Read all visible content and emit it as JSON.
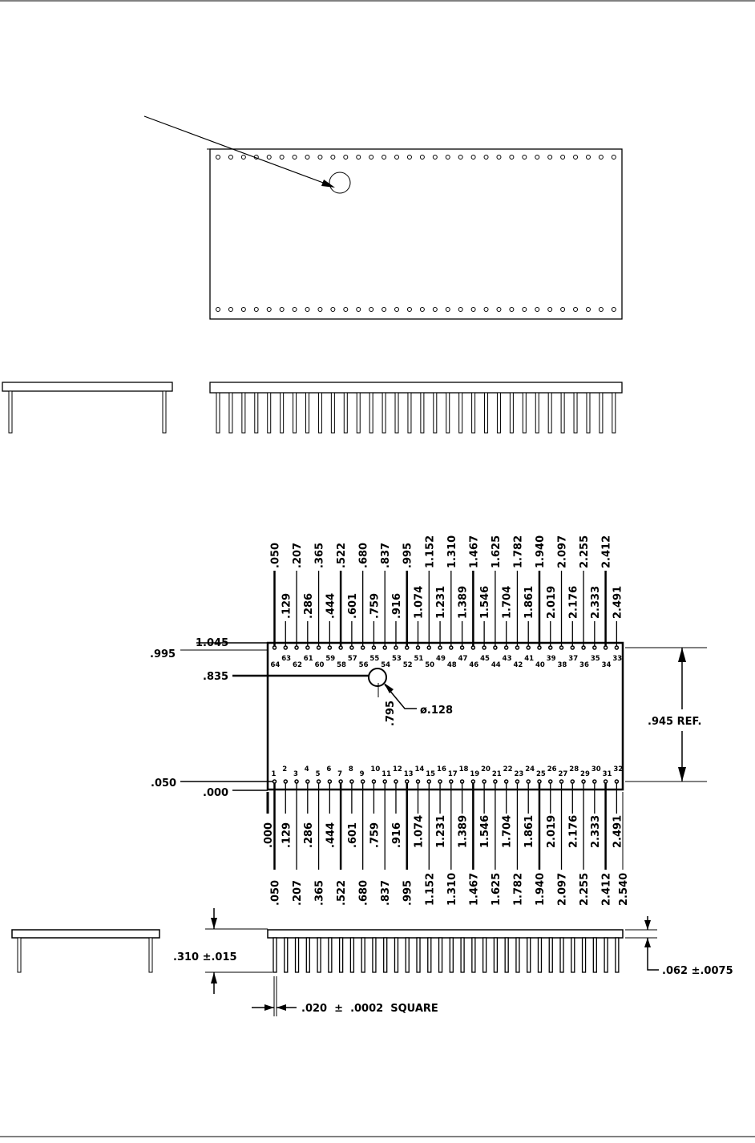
{
  "top_dims_upper": [
    ".050",
    ".207",
    ".365",
    ".522",
    ".680",
    ".837",
    ".995",
    "1.152",
    "1.310",
    "1.467",
    "1.625",
    "1.782",
    "1.940",
    "2.097",
    "2.255",
    "2.412"
  ],
  "top_dims_lower": [
    ".129",
    ".286",
    ".444",
    ".601",
    ".759",
    ".916",
    "1.074",
    "1.231",
    "1.389",
    "1.546",
    "1.704",
    "1.861",
    "2.019",
    "2.176",
    "2.333",
    "2.491"
  ],
  "bottom_dims_upper": [
    ".000",
    ".129",
    ".286",
    ".444",
    ".601",
    ".759",
    ".916",
    "1.074",
    "1.231",
    "1.389",
    "1.546",
    "1.704",
    "1.861",
    "2.019",
    "2.176",
    "2.333",
    "2.491"
  ],
  "bottom_dims_lower": [
    ".050",
    ".207",
    ".365",
    ".522",
    ".680",
    ".837",
    ".995",
    "1.152",
    "1.310",
    "1.467",
    "1.625",
    "1.782",
    "1.940",
    "2.097",
    "2.255",
    "2.412",
    "2.540"
  ],
  "top_pin_numbers": [
    "64",
    "63",
    "62",
    "61",
    "60",
    "59",
    "58",
    "57",
    "56",
    "55",
    "54",
    "53",
    "52",
    "51",
    "50",
    "49",
    "48",
    "47",
    "46",
    "45",
    "44",
    "43",
    "42",
    "41",
    "40",
    "39",
    "38",
    "37",
    "36",
    "35",
    "34",
    "33"
  ],
  "bottom_pin_numbers": [
    "1",
    "2",
    "3",
    "4",
    "5",
    "6",
    "7",
    "8",
    "9",
    "10",
    "11",
    "12",
    "13",
    "14",
    "15",
    "16",
    "17",
    "18",
    "19",
    "20",
    "21",
    "22",
    "23",
    "24",
    "25",
    "26",
    "27",
    "28",
    "29",
    "30",
    "31",
    "32"
  ],
  "left_dims": {
    "d995": ".995",
    "d1045": "1.045",
    "d835": ".835",
    "d050": ".050",
    "d000": ".000"
  },
  "hole": {
    "x_dim": ".795",
    "diameter": "ø.128"
  },
  "height_ref": ".945 REF.",
  "pin_length": ".310 ±.015",
  "body_thickness": ".062 ±.0075",
  "pin_size": ".020  ±  .0002  SQUARE"
}
